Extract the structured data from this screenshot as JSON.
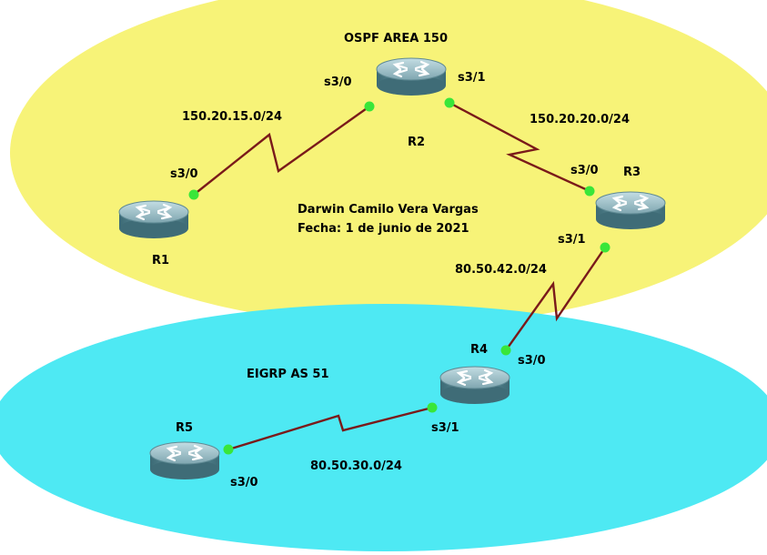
{
  "areas": {
    "ospf": {
      "label": "OSPF AREA 150",
      "color": "#f7f378"
    },
    "eigrp": {
      "label": "EIGRP AS 51",
      "color": "#4ee9f3"
    }
  },
  "author": {
    "name": "Darwin Camilo Vera Vargas",
    "date": "Fecha: 1 de junio de 2021"
  },
  "routers": {
    "r1": {
      "label": "R1",
      "icon": "router-icon"
    },
    "r2": {
      "label": "R2",
      "icon": "router-icon"
    },
    "r3": {
      "label": "R3",
      "icon": "router-icon"
    },
    "r4": {
      "label": "R4",
      "icon": "router-icon"
    },
    "r5": {
      "label": "R5",
      "icon": "router-icon"
    }
  },
  "interfaces": {
    "r1_s30": "s3/0",
    "r2_s30": "s3/0",
    "r2_s31": "s3/1",
    "r3_s30": "s3/0",
    "r3_s31": "s3/1",
    "r4_s30": "s3/0",
    "r4_s31": "s3/1",
    "r5_s30": "s3/0"
  },
  "networks": {
    "r1_r2": "150.20.15.0/24",
    "r2_r3": "150.20.20.0/24",
    "r3_r4": "80.50.42.0/24",
    "r4_r5": "80.50.30.0/24"
  },
  "colors": {
    "link": "#7a1a1a",
    "port": "#39e639",
    "router_top": "#8fb7c1",
    "router_body": "#4f7f8a"
  }
}
